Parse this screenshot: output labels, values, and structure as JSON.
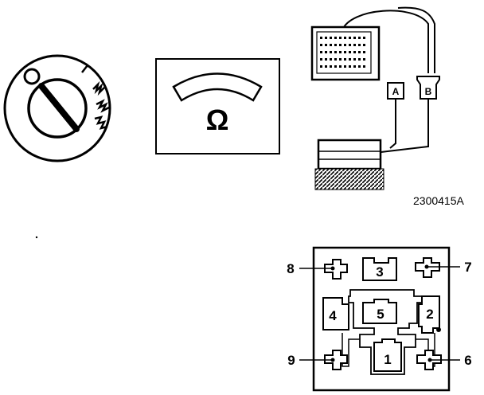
{
  "figure_id": "2300415A",
  "meter": {
    "symbol": "Ω"
  },
  "probes": {
    "a": "A",
    "b": "B"
  },
  "relay": {
    "pin_labels": [
      "1",
      "2",
      "3",
      "4",
      "5"
    ],
    "terminal_labels": [
      "6",
      "7",
      "8",
      "9"
    ]
  }
}
